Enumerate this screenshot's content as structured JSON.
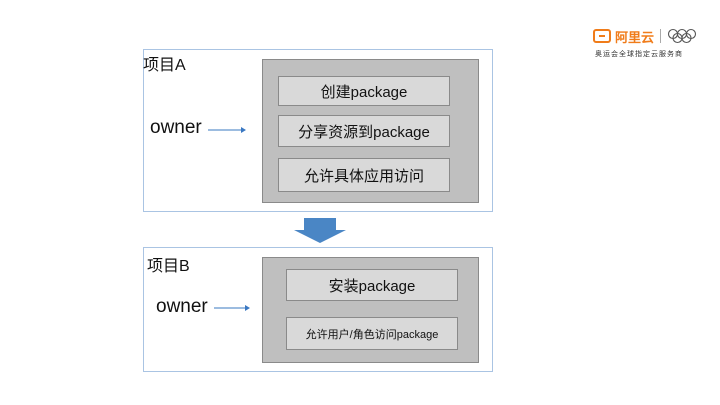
{
  "brand": {
    "name": "阿里云",
    "tagline": "奥运会全球指定云服务商",
    "colors": {
      "accent": "#f07c1a"
    }
  },
  "projects": [
    {
      "title": "项目A",
      "owner_label": "owner",
      "actions": [
        "创建package",
        "分享资源到package",
        "允许具体应用访问"
      ]
    },
    {
      "title": "项目B",
      "owner_label": "owner",
      "actions": [
        "安装package",
        "允许用户/角色访问package"
      ]
    }
  ],
  "colors": {
    "frame_border": "#aac4e3",
    "panel_fill": "#bfbfbf",
    "button_fill": "#d9d9d9",
    "arrow_fill": "#4a86c5",
    "owner_arrow": "#3a78c2"
  }
}
